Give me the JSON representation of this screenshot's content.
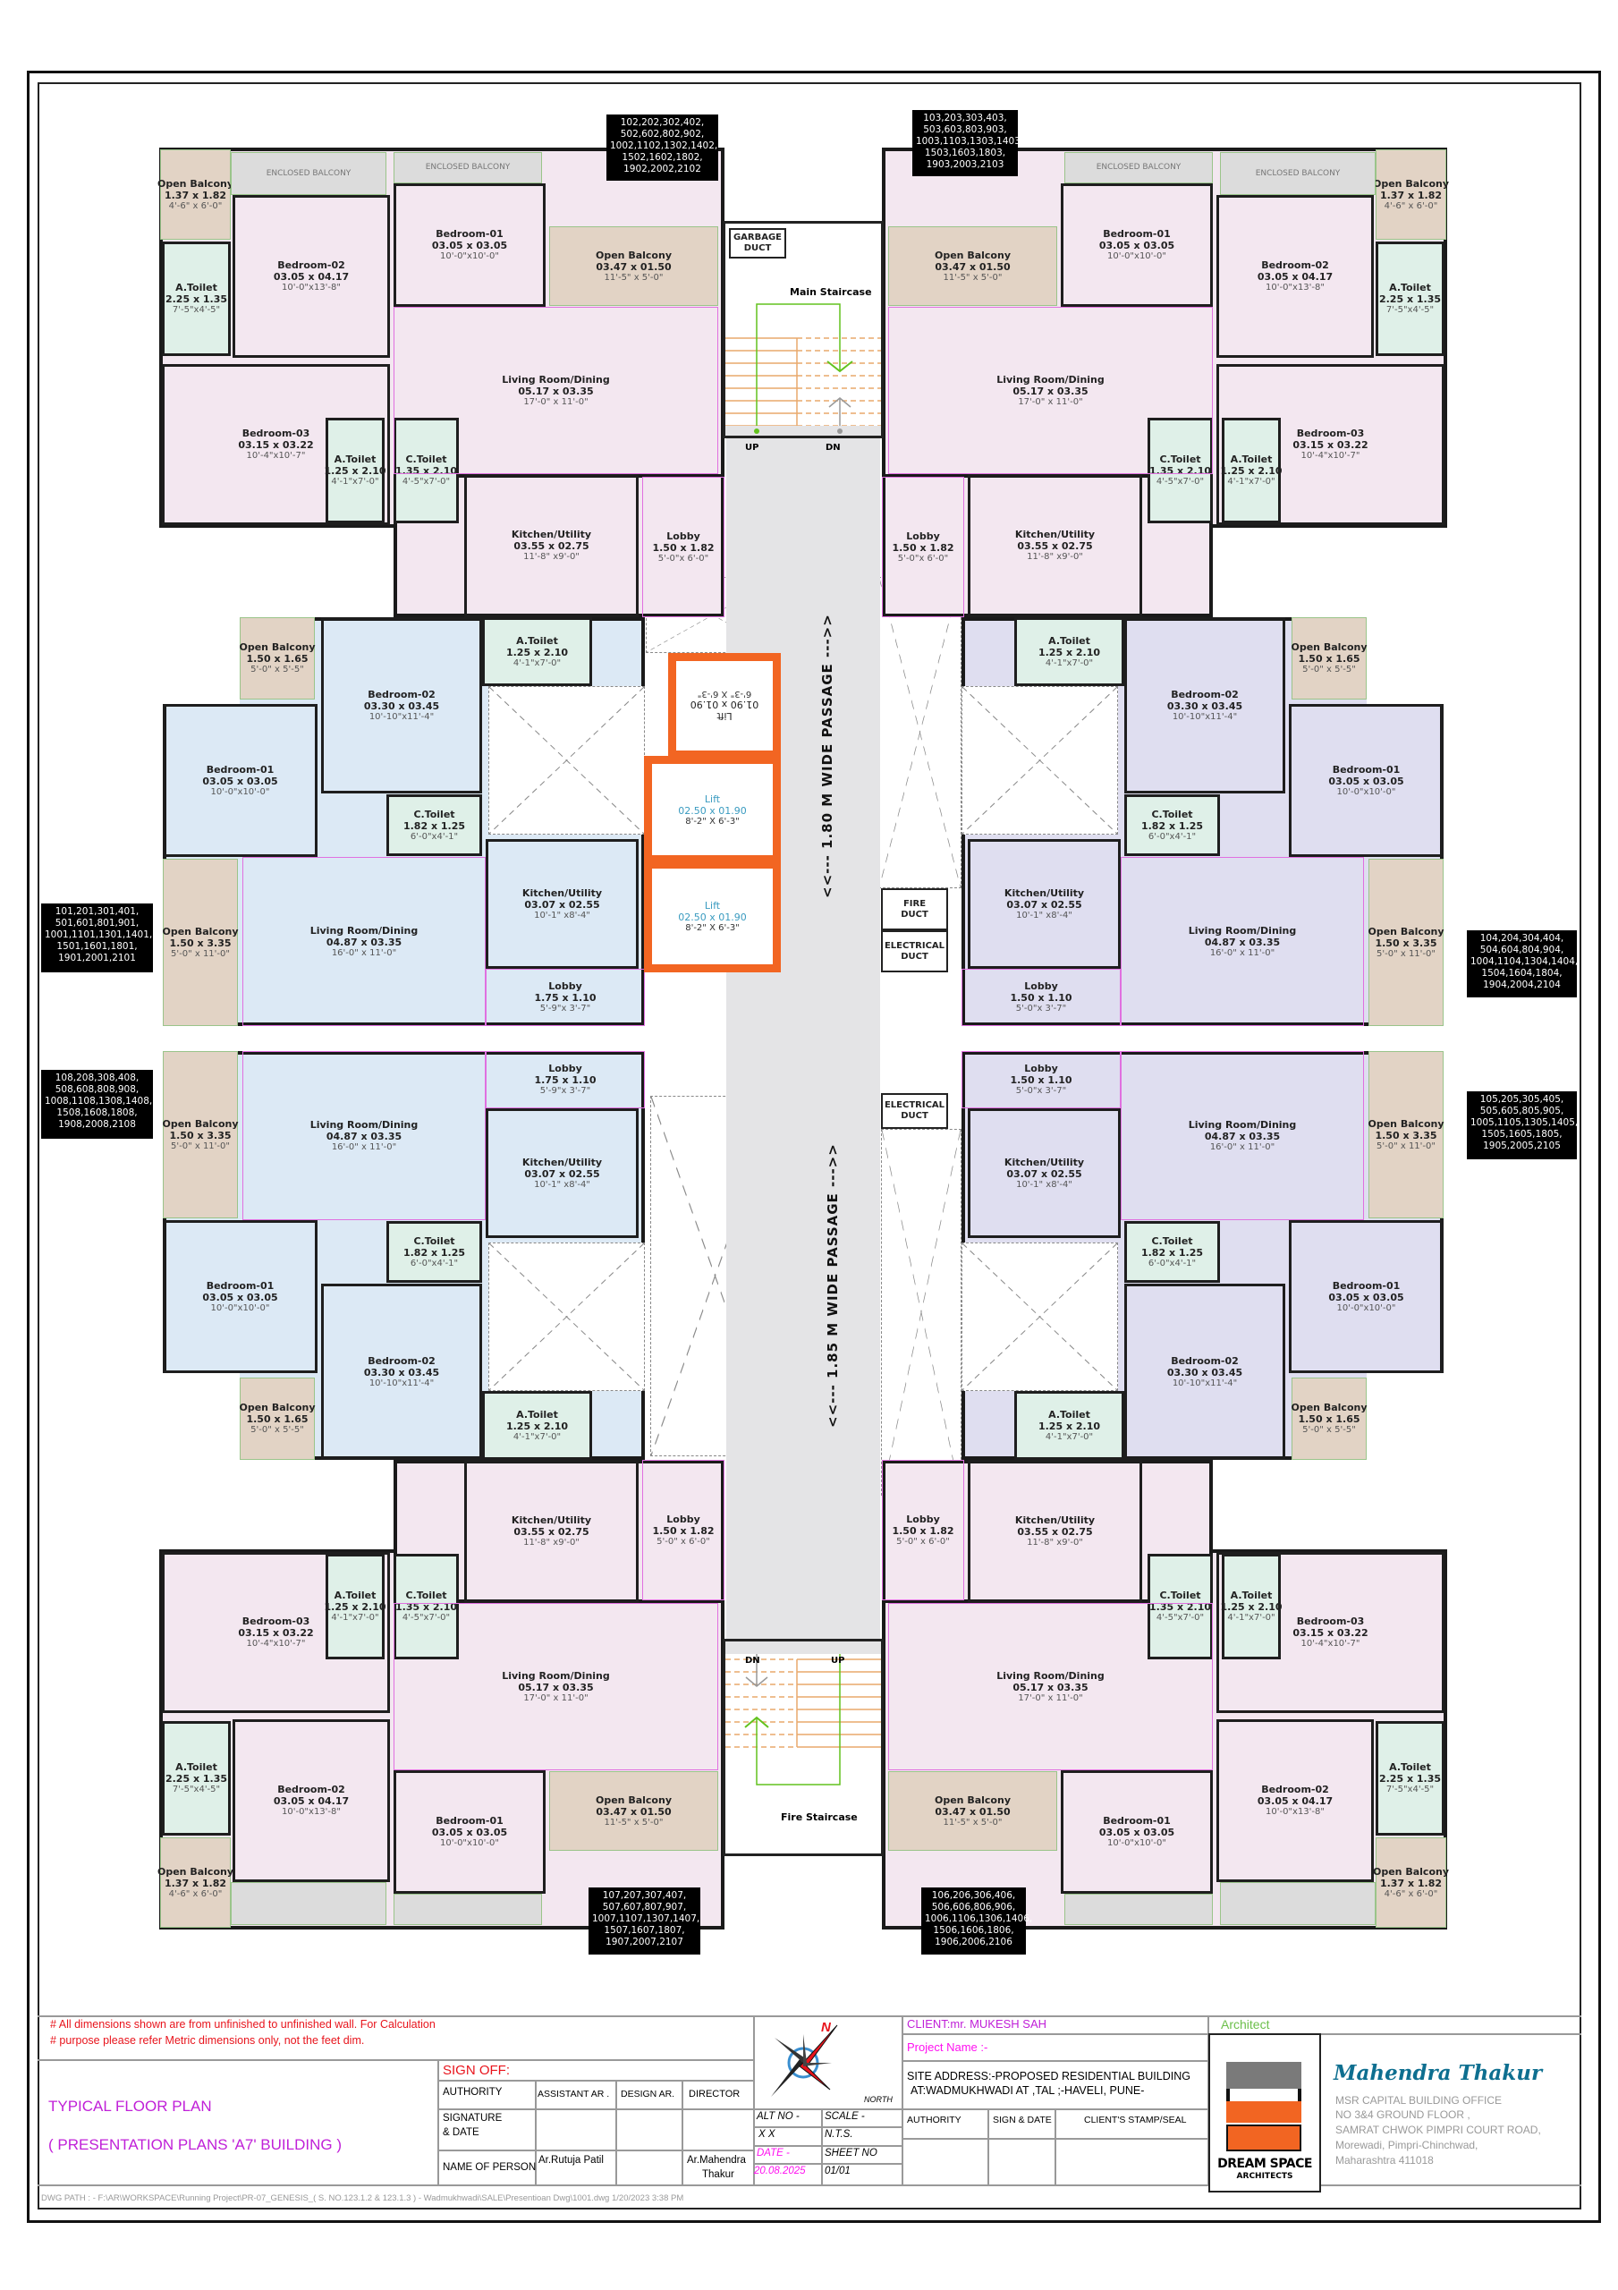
{
  "colors": {
    "unit_pink": "#f3e7f0",
    "unit_blue": "#dce9f5",
    "unit_lavender": "#dfdef0",
    "toilet": "#dff0e8",
    "balcony": "#e2d3c5",
    "enclosed_balcony": "#dcdcdc",
    "passage": "#e4e4e6",
    "lift_wall": "#f26522",
    "title_magenta": "#c020d8",
    "note_red": "#e8141c",
    "architect_blue": "#0e6f90"
  },
  "plan": {
    "units": [
      {
        "fill": "#f3e7f0",
        "numbers": [
          "102,202,302,402,",
          "502,602,802,902,",
          "1002,1102,1302,1402,",
          "1502,1602,1802,",
          "1902,2002,2102"
        ],
        "rooms": [
          {
            "name": "Open Balcony",
            "metric": "1.37 x 1.82",
            "feet": "4'-6\" x 6'-0\""
          },
          {
            "name": "ENCLOSED BALCONY",
            "metric": "",
            "feet": ""
          },
          {
            "name": "ENCLOSED BALCONY",
            "metric": "",
            "feet": ""
          },
          {
            "name": "A.Toilet",
            "metric": "2.25 x 1.35",
            "feet": "7'-5\"x4'-5\""
          },
          {
            "name": "Bedroom-02",
            "metric": "03.05 x 04.17",
            "feet": "10'-0\"x13'-8\""
          },
          {
            "name": "Bedroom-01",
            "metric": "03.05 x 03.05",
            "feet": "10'-0\"x10'-0\""
          },
          {
            "name": "Open Balcony",
            "metric": "03.47 x 01.50",
            "feet": "11'-5\" x 5'-0\""
          },
          {
            "name": "Bedroom-03",
            "metric": "03.15 x 03.22",
            "feet": "10'-4\"x10'-7\""
          },
          {
            "name": "A.Toilet",
            "metric": "1.25 x 2.10",
            "feet": "4'-1\"x7'-0\""
          },
          {
            "name": "C.Toilet",
            "metric": "1.35 x 2.10",
            "feet": "4'-5\"x7'-0\""
          },
          {
            "name": "Living Room/Dining",
            "metric": "05.17 x 03.35",
            "feet": "17'-0\" x 11'-0\""
          },
          {
            "name": "Kitchen/Utility",
            "metric": "03.55 x 02.75",
            "feet": "11'-8\" x9'-0\""
          },
          {
            "name": "Lobby",
            "metric": "1.50 x 1.82",
            "feet": "5'-0\"x 6'-0\""
          }
        ]
      },
      {
        "fill": "#f3e7f0",
        "numbers": [
          "103,203,303,403,",
          "503,603,803,903,",
          "1003,1103,1303,1403,",
          "1503,1603,1803,",
          "1903,2003,2103"
        ],
        "rooms": [
          {
            "name": "Open Balcony",
            "metric": "1.37 x 1.82",
            "feet": "4'-6\" x 6'-0\""
          },
          {
            "name": "ENCLOSED BALCONY",
            "metric": "",
            "feet": ""
          },
          {
            "name": "ENCLOSED BALCONY",
            "metric": "",
            "feet": ""
          },
          {
            "name": "A.Toilet",
            "metric": "2.25 x 1.35",
            "feet": "7'-5\"x4'-5\""
          },
          {
            "name": "Bedroom-02",
            "metric": "03.05 x 04.17",
            "feet": "10'-0\"x13'-8\""
          },
          {
            "name": "Bedroom-01",
            "metric": "03.05 x 03.05",
            "feet": "10'-0\"x10'-0\""
          },
          {
            "name": "Open Balcony",
            "metric": "03.47 x 01.50",
            "feet": "11'-5\" x 5'-0\""
          },
          {
            "name": "Bedroom-03",
            "metric": "03.15 x 03.22",
            "feet": "10'-4\"x10'-7\""
          },
          {
            "name": "A.Toilet",
            "metric": "1.25 x 2.10",
            "feet": "4'-1\"x7'-0\""
          },
          {
            "name": "C.Toilet",
            "metric": "1.35 x 2.10",
            "feet": "4'-5\"x7'-0\""
          },
          {
            "name": "Living Room/Dining",
            "metric": "05.17 x 03.35",
            "feet": "17'-0\" x 11'-0\""
          },
          {
            "name": "Kitchen/Utility",
            "metric": "03.55 x 02.75",
            "feet": "11'-8\" x9'-0\""
          },
          {
            "name": "Lobby",
            "metric": "1.50 x 1.82",
            "feet": "5'-0\"x 6'-0\""
          }
        ]
      },
      {
        "fill": "#f3e7f0",
        "numbers": [
          "107,207,307,407,",
          "507,607,807,907,",
          "1007,1107,1307,1407,",
          "1507,1607,1807,",
          "1907,2007,2107"
        ],
        "rooms": [
          {
            "name": "Open Balcony",
            "metric": "1.37 x 1.82",
            "feet": "4'-6\" x 6'-0\""
          },
          {
            "name": "",
            "metric": "",
            "feet": ""
          },
          {
            "name": "",
            "metric": "",
            "feet": ""
          },
          {
            "name": "A.Toilet",
            "metric": "2.25 x 1.35",
            "feet": "7'-5\"x4'-5\""
          },
          {
            "name": "Bedroom-02",
            "metric": "03.05 x 04.17",
            "feet": "10'-0\"x13'-8\""
          },
          {
            "name": "Bedroom-01",
            "metric": "03.05 x 03.05",
            "feet": "10'-0\"x10'-0\""
          },
          {
            "name": "Open Balcony",
            "metric": "03.47 x 01.50",
            "feet": "11'-5\" x 5'-0\""
          },
          {
            "name": "Bedroom-03",
            "metric": "03.15 x 03.22",
            "feet": "10'-4\"x10'-7\""
          },
          {
            "name": "A.Toilet",
            "metric": "1.25 x 2.10",
            "feet": "4'-1\"x7'-0\""
          },
          {
            "name": "C.Toilet",
            "metric": "1.35 x 2.10",
            "feet": "4'-5\"x7'-0\""
          },
          {
            "name": "Living Room/Dining",
            "metric": "05.17 x 03.35",
            "feet": "17'-0\" x 11'-0\""
          },
          {
            "name": "Kitchen/Utility",
            "metric": "03.55 x 02.75",
            "feet": "11'-8\" x9'-0\""
          },
          {
            "name": "Lobby",
            "metric": "1.50 x 1.82",
            "feet": "5'-0\" x 6'-0\""
          }
        ]
      },
      {
        "fill": "#f3e7f0",
        "numbers": [
          "106,206,306,406,",
          "506,606,806,906,",
          "1006,1106,1306,1406,",
          "1506,1606,1806,",
          "1906,2006,2106"
        ],
        "rooms": [
          {
            "name": "Open Balcony",
            "metric": "1.37 x 1.82",
            "feet": "4'-6\" x 6'-0\""
          },
          {
            "name": "",
            "metric": "",
            "feet": ""
          },
          {
            "name": "",
            "metric": "",
            "feet": ""
          },
          {
            "name": "A.Toilet",
            "metric": "2.25 x 1.35",
            "feet": "7'-5\"x4'-5\""
          },
          {
            "name": "Bedroom-02",
            "metric": "03.05 x 04.17",
            "feet": "10'-0\"x13'-8\""
          },
          {
            "name": "Bedroom-01",
            "metric": "03.05 x 03.05",
            "feet": "10'-0\"x10'-0\""
          },
          {
            "name": "Open Balcony",
            "metric": "03.47 x 01.50",
            "feet": "11'-5\" x 5'-0\""
          },
          {
            "name": "Bedroom-03",
            "metric": "03.15 x 03.22",
            "feet": "10'-4\"x10'-7\""
          },
          {
            "name": "A.Toilet",
            "metric": "1.25 x 2.10",
            "feet": "4'-1\"x7'-0\""
          },
          {
            "name": "C.Toilet",
            "metric": "1.35 x 2.10",
            "feet": "4'-5\"x7'-0\""
          },
          {
            "name": "Living Room/Dining",
            "metric": "05.17 x 03.35",
            "feet": "17'-0\" x 11'-0\""
          },
          {
            "name": "Kitchen/Utility",
            "metric": "03.55 x 02.75",
            "feet": "11'-8\" x9'-0\""
          },
          {
            "name": "Lobby",
            "metric": "1.50 x 1.82",
            "feet": "5'-0\" x 6'-0\""
          }
        ]
      },
      {
        "fill": "#dce9f5",
        "numbers": [
          "101,201,301,401,",
          "501,601,801,901,",
          "1001,1101,1301,1401,",
          "1501,1601,1801,",
          "1901,2001,2101"
        ],
        "rooms": [
          {
            "name": "Open Balcony",
            "metric": "1.50 x 1.65",
            "feet": "5'-0\" x 5'-5\""
          },
          {
            "name": "Bedroom-02",
            "metric": "03.30 x 03.45",
            "feet": "10'-10\"x11'-4\""
          },
          {
            "name": "A.Toilet",
            "metric": "1.25 x 2.10",
            "feet": "4'-1\"x7'-0\""
          },
          {
            "name": "Bedroom-01",
            "metric": "03.05 x 03.05",
            "feet": "10'-0\"x10'-0\""
          },
          {
            "name": "C.Toilet",
            "metric": "1.82 x 1.25",
            "feet": "6'-0\"x4'-1\""
          },
          {
            "name": "Living Room/Dining",
            "metric": "04.87 x 03.35",
            "feet": "16'-0\" x 11'-0\""
          },
          {
            "name": "Open Balcony",
            "metric": "1.50 x 3.35",
            "feet": "5'-0\" x 11'-0\""
          },
          {
            "name": "Kitchen/Utility",
            "metric": "03.07 x 02.55",
            "feet": "10'-1\" x8'-4\""
          },
          {
            "name": "Lobby",
            "metric": "1.75 x 1.10",
            "feet": "5'-9\"x 3'-7\""
          }
        ]
      },
      {
        "fill": "#dce9f5",
        "numbers": [
          "108,208,308,408,",
          "508,608,808,908,",
          "1008,1108,1308,1408,",
          "1508,1608,1808,",
          "1908,2008,2108"
        ],
        "rooms": [
          {
            "name": "Open Balcony",
            "metric": "1.50 x 1.65",
            "feet": "5'-0\" x 5'-5\""
          },
          {
            "name": "Bedroom-02",
            "metric": "03.30 x 03.45",
            "feet": "10'-10\"x11'-4\""
          },
          {
            "name": "A.Toilet",
            "metric": "1.25 x 2.10",
            "feet": "4'-1\"x7'-0\""
          },
          {
            "name": "Bedroom-01",
            "metric": "03.05 x 03.05",
            "feet": "10'-0\"x10'-0\""
          },
          {
            "name": "C.Toilet",
            "metric": "1.82 x 1.25",
            "feet": "6'-0\"x4'-1\""
          },
          {
            "name": "Living Room/Dining",
            "metric": "04.87 x 03.35",
            "feet": "16'-0\" x 11'-0\""
          },
          {
            "name": "Open Balcony",
            "metric": "1.50 x 3.35",
            "feet": "5'-0\" x 11'-0\""
          },
          {
            "name": "Kitchen/Utility",
            "metric": "03.07 x 02.55",
            "feet": "10'-1\" x8'-4\""
          },
          {
            "name": "Lobby",
            "metric": "1.75 x 1.10",
            "feet": "5'-9\"x 3'-7\""
          }
        ]
      },
      {
        "fill": "#dfdef0",
        "numbers": [
          "104,204,304,404,",
          "504,604,804,904,",
          "1004,1104,1304,1404,",
          "1504,1604,1804,",
          "1904,2004,2104"
        ],
        "rooms": [
          {
            "name": "Open Balcony",
            "metric": "1.50 x 1.65",
            "feet": "5'-0\" x 5'-5\""
          },
          {
            "name": "Bedroom-02",
            "metric": "03.30 x 03.45",
            "feet": "10'-10\"x11'-4\""
          },
          {
            "name": "A.Toilet",
            "metric": "1.25 x 2.10",
            "feet": "4'-1\"x7'-0\""
          },
          {
            "name": "Bedroom-01",
            "metric": "03.05 x 03.05",
            "feet": "10'-0\"x10'-0\""
          },
          {
            "name": "C.Toilet",
            "metric": "1.82 x 1.25",
            "feet": "6'-0\"x4'-1\""
          },
          {
            "name": "Living Room/Dining",
            "metric": "04.87 x 03.35",
            "feet": "16'-0\" x 11'-0\""
          },
          {
            "name": "Open Balcony",
            "metric": "1.50 x 3.35",
            "feet": "5'-0\" x 11'-0\""
          },
          {
            "name": "Kitchen/Utility",
            "metric": "03.07 x 02.55",
            "feet": "10'-1\" x8'-4\""
          },
          {
            "name": "Lobby",
            "metric": "1.50 x 1.10",
            "feet": "5'-0\"x 3'-7\""
          }
        ]
      },
      {
        "fill": "#dfdef0",
        "numbers": [
          "105,205,305,405,",
          "505,605,805,905,",
          "1005,1105,1305,1405,",
          "1505,1605,1805,",
          "1905,2005,2105"
        ],
        "rooms": [
          {
            "name": "Open Balcony",
            "metric": "1.50 x 1.65",
            "feet": "5'-0\" x 5'-5\""
          },
          {
            "name": "Bedroom-02",
            "metric": "03.30 x 03.45",
            "feet": "10'-10\"x11'-4\""
          },
          {
            "name": "A.Toilet",
            "metric": "1.25 x 2.10",
            "feet": "4'-1\"x7'-0\""
          },
          {
            "name": "Bedroom-01",
            "metric": "03.05 x 03.05",
            "feet": "10'-0\"x10'-0\""
          },
          {
            "name": "C.Toilet",
            "metric": "1.82 x 1.25",
            "feet": "6'-0\"x4'-1\""
          },
          {
            "name": "Living Room/Dining",
            "metric": "04.87 x 03.35",
            "feet": "16'-0\" x 11'-0\""
          },
          {
            "name": "Open Balcony",
            "metric": "1.50 x 3.35",
            "feet": "5'-0\" x 11'-0\""
          },
          {
            "name": "Kitchen/Utility",
            "metric": "03.07 x 02.55",
            "feet": "10'-1\" x8'-4\""
          },
          {
            "name": "Lobby",
            "metric": "1.50 x 1.10",
            "feet": "5'-0\"x 3'-7\""
          }
        ]
      }
    ],
    "core": {
      "garbage_duct": [
        "GARBAGE",
        "DUCT"
      ],
      "main_staircase": "Main Staircase",
      "fire_staircase": "Fire Staircase",
      "up": "UP",
      "dn": "DN",
      "lifts": [
        {
          "name": "Lift",
          "metric": "01.90 x 01.90",
          "feet": "6'-3\" X 6'-3\""
        },
        {
          "name": "Lift",
          "metric": "02.50 x 01.90",
          "feet": "8'-2\" X 6'-3\""
        },
        {
          "name": "Lift",
          "metric": "02.50 x 01.90",
          "feet": "8'-2\" X 6'-3\""
        }
      ],
      "passage_upper": "<<--- 1.80 M  WIDE PASSAGE --->>",
      "passage_lower": "<<--- 1.85 M  WIDE PASSAGE --->>",
      "fire_duct": [
        "FIRE",
        "DUCT"
      ],
      "electrical_duct": [
        "ELECTRICAL",
        "DUCT"
      ]
    }
  },
  "title_block": {
    "notes": [
      "# All dimensions shown are from unfinished to unfinished wall. For Calculation",
      "# purpose please refer Metric dimensions only, not the feet dim."
    ],
    "drawing_title": "TYPICAL FLOOR PLAN",
    "drawing_subtitle": "( PRESENTATION PLANS 'A7' BUILDING )",
    "sign_off": {
      "heading": "SIGN OFF:",
      "columns": [
        "AUTHORITY",
        "ASSISTANT AR .",
        "DESIGN AR.",
        "DIRECTOR"
      ],
      "signature_label": [
        "SIGNATURE",
        "& DATE"
      ],
      "name_label": "NAME OF PERSON",
      "assistant_name": "Ar.Rutuja Patil",
      "director_name": [
        "Ar.Mahendra",
        "Thakur"
      ]
    },
    "compass": {
      "n": "N",
      "label": "NORTH"
    },
    "alt_no_label": "ALT NO -",
    "alt_no": "X X",
    "scale_label": "SCALE -",
    "scale": "N.T.S.",
    "date_label": "DATE -",
    "date": "20.08.2025",
    "sheet_label": "SHEET NO",
    "sheet": "01/01",
    "client": "CLIENT:mr.   MUKESH SAH",
    "project_name": "Project Name :-",
    "site_address": [
      "SITE ADDRESS:-PROPOSED RESIDENTIAL BUILDING",
      "AT:WADMUKHWADI  AT ,TAL ;-HAVELI, PUNE-"
    ],
    "approval_columns": [
      "AUTHORITY",
      "SIGN & DATE",
      "CLIENT'S STAMP/SEAL"
    ],
    "architect_label": "Architect",
    "logo_text": [
      "DREAM SPACE",
      "ARCHITECTS"
    ],
    "architect_name": "Mahendra Thakur",
    "architect_address": [
      "MSR CAPITAL BUILDING OFFICE",
      "NO 3&4 GROUND FLOOR ,",
      "SAMRAT CHWOK PIMPRI COURT ROAD,",
      "Morewadi, Pimpri-Chinchwad,",
      "Maharashtra 411018"
    ],
    "dwg_path": "DWG PATH : -  F:\\AR\\WORKSPACE\\Running Project\\PR-07_GENESIS_( S. NO.123.1.2 & 123.1.3 ) - Wadmukhwadi\\SALE\\Presentioan Dwg\\1001.dwg  1/20/2023 3:38 PM"
  }
}
